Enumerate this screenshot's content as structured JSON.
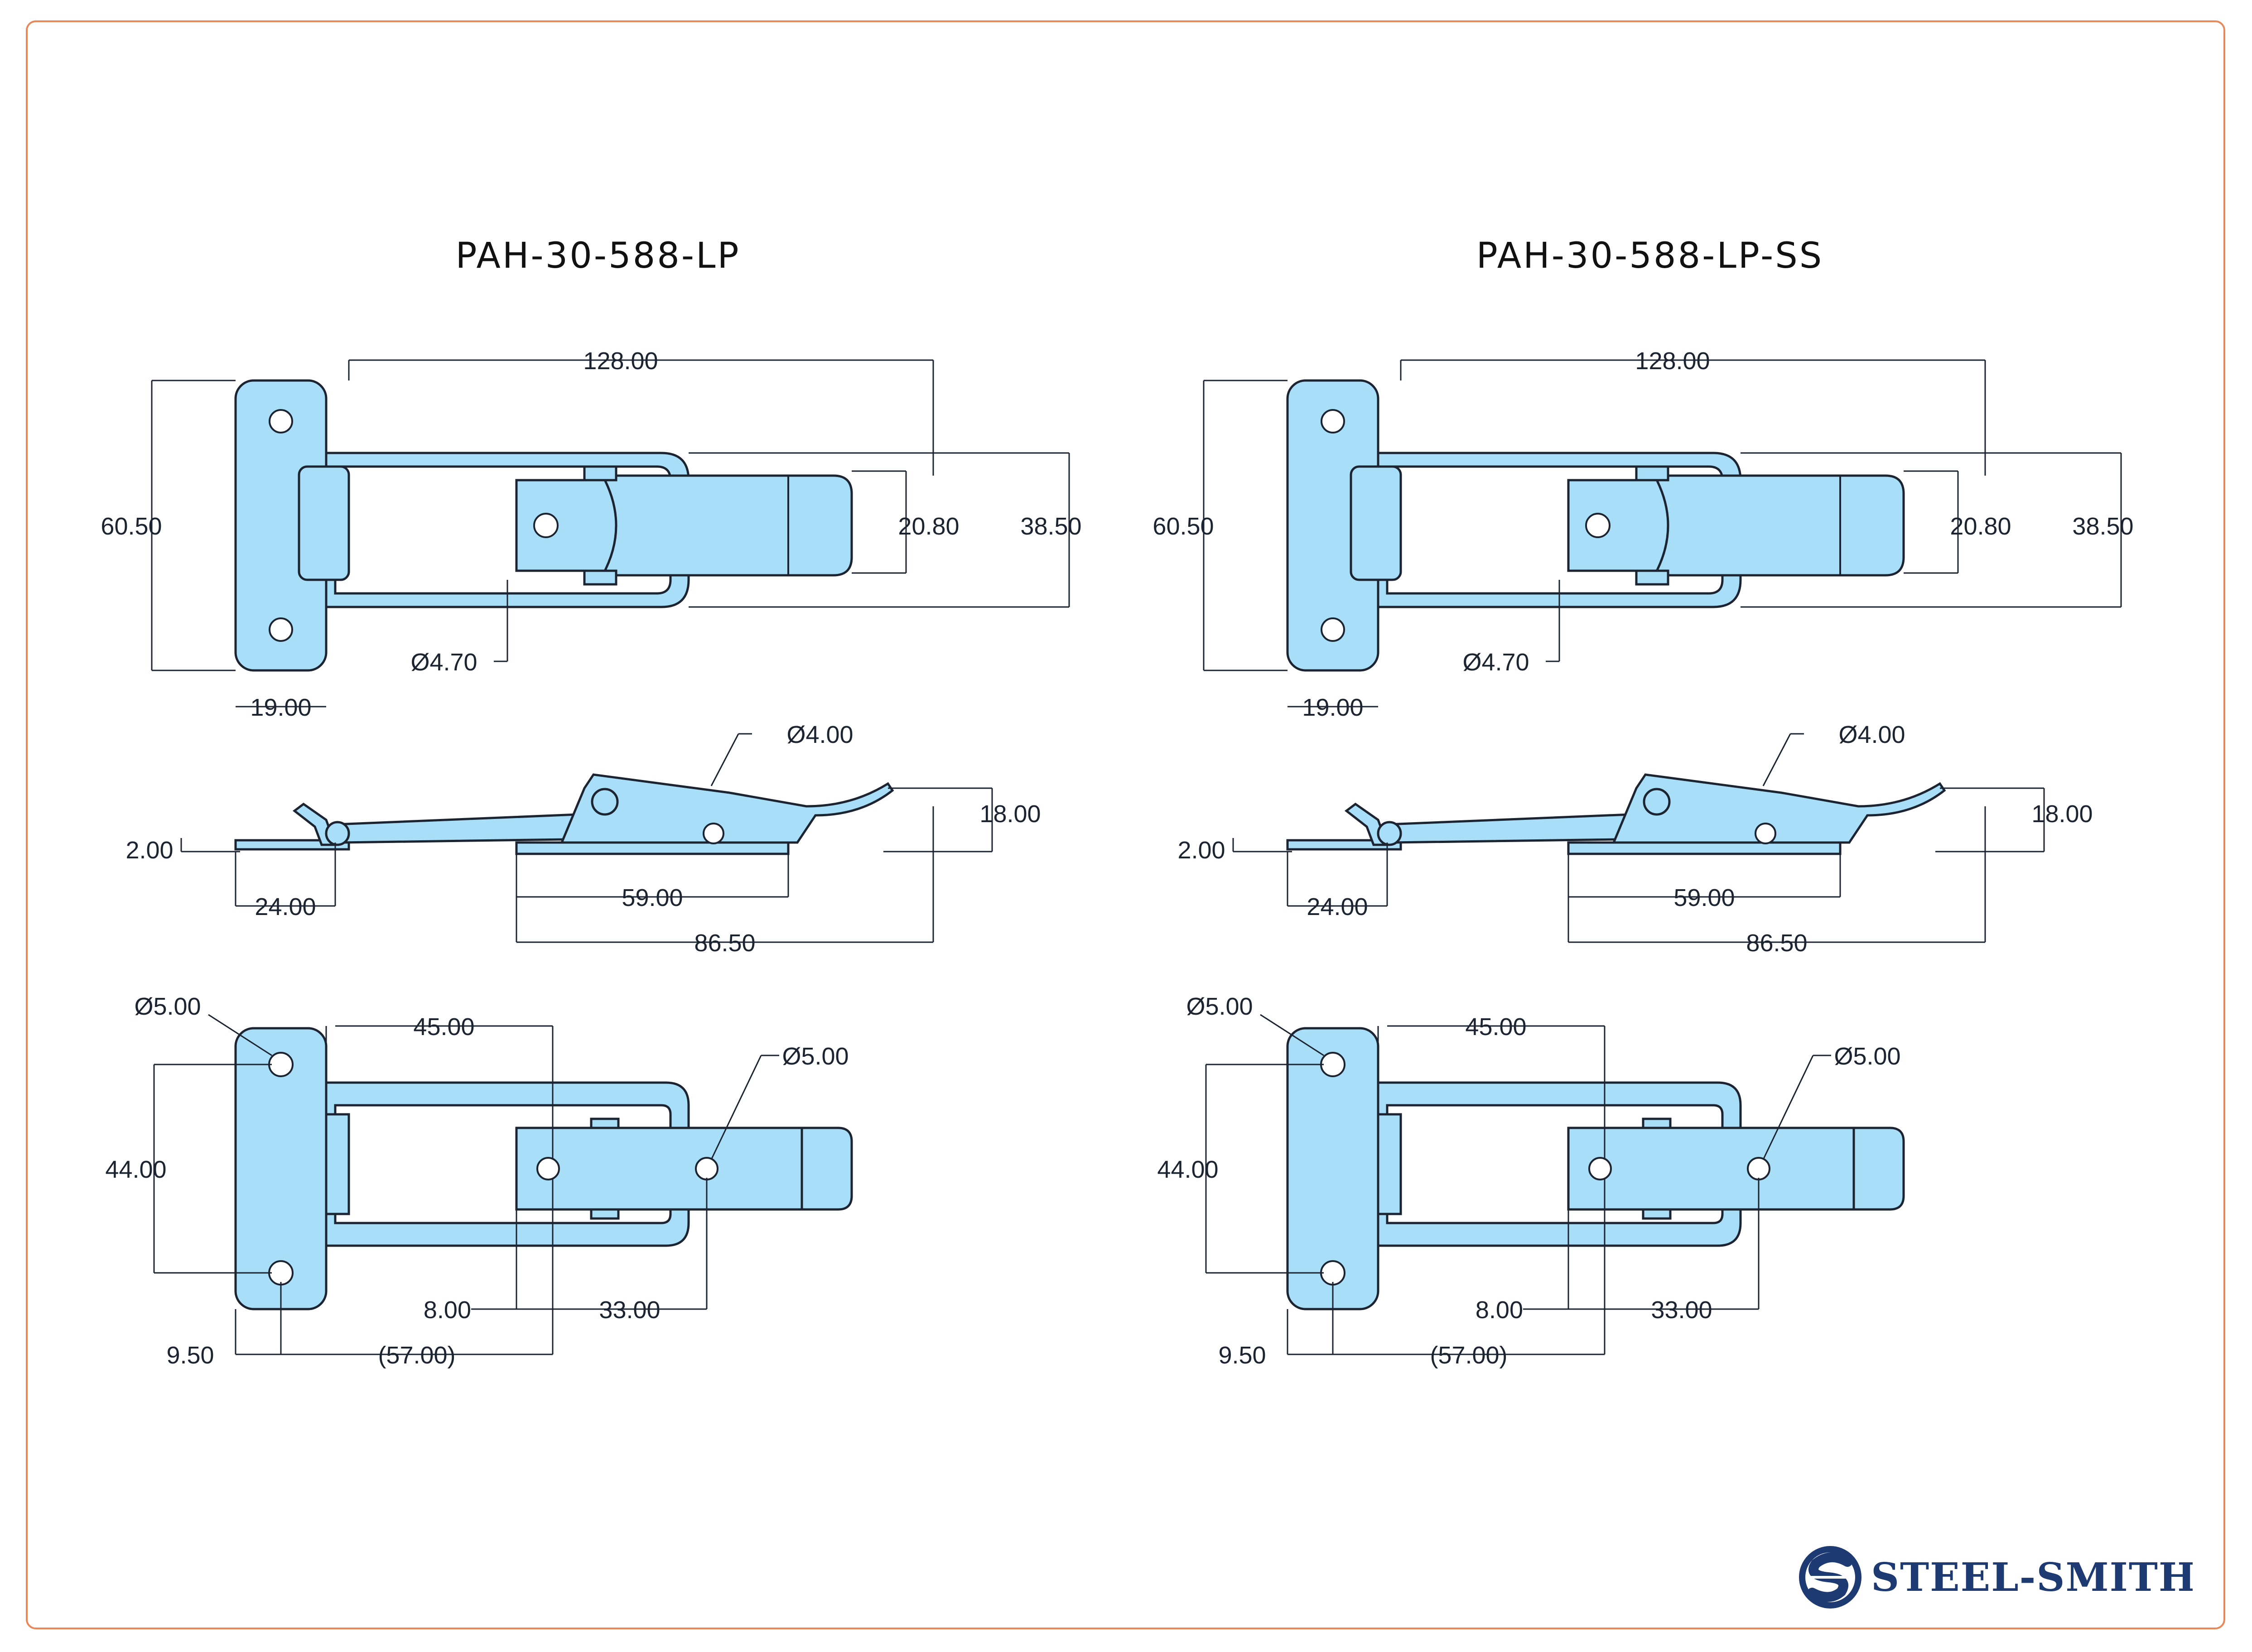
{
  "parts": [
    {
      "title": "PAH-30-588-LP",
      "dims": {
        "length": "128.00",
        "overall_height": "60.50",
        "inner_height": "20.80",
        "outer_height": "38.50",
        "hole": "Ø4.70",
        "plate_width": "19.00",
        "thickness": "2.00",
        "pin_hole": "Ø4.00",
        "side_height": "18.00",
        "hook_len": "24.00",
        "base_len": "59.00",
        "latch_len": "86.50",
        "mount_hole": "Ø5.00",
        "top_offset": "45.00",
        "catch_hole": "Ø5.00",
        "hole_spacing": "44.00",
        "edge_small": "8.00",
        "catch_spacing": "33.00",
        "edge_offset": "9.50",
        "total_ref": "(57.00)"
      }
    },
    {
      "title": "PAH-30-588-LP-SS",
      "dims": {
        "length": "128.00",
        "overall_height": "60.50",
        "inner_height": "20.80",
        "outer_height": "38.50",
        "hole": "Ø4.70",
        "plate_width": "19.00",
        "thickness": "2.00",
        "pin_hole": "Ø4.00",
        "side_height": "18.00",
        "hook_len": "24.00",
        "base_len": "59.00",
        "latch_len": "86.50",
        "mount_hole": "Ø5.00",
        "top_offset": "45.00",
        "catch_hole": "Ø5.00",
        "hole_spacing": "44.00",
        "edge_small": "8.00",
        "catch_spacing": "33.00",
        "edge_offset": "9.50",
        "total_ref": "(57.00)"
      }
    }
  ],
  "logo": {
    "text": "STEEL-SMITH",
    "icon": "steel-smith-s-icon"
  },
  "colors": {
    "part_fill": "#a9def8",
    "line": "#1b2430",
    "frame": "#e8885b",
    "logo": "#1e3a72"
  }
}
